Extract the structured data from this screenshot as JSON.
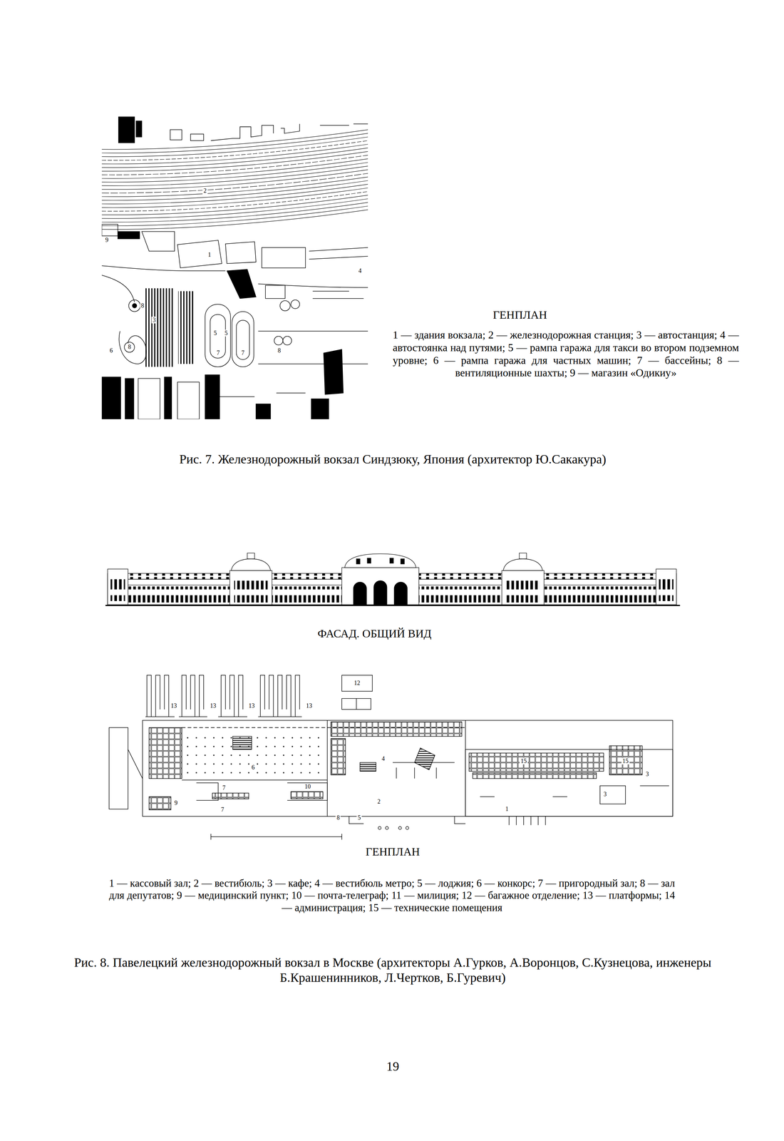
{
  "diagram": {
    "labels": [
      "2",
      "9",
      "1",
      "4",
      "8",
      "3",
      "8",
      "6",
      "5",
      "5",
      "7",
      "7",
      "8",
      "ГЕНПЛАН",
      "1 — здания вокзала; 2 — железнодорожная станция; 3 — автостанция; 4 — автостоянка над путями; 5 — рампа гаража для такси во втором подземном уровне; 6 — рампа гаража для частных машин; 7 — бассейны; 8 — вентиляционные шахты; 9 — магазин «Одикиу»",
      "Рис. 7. Железнодорожный вокзал Синдзюку, Япония (архитектор Ю.Сакакура)",
      "ФАСАД. ОБЩИЙ ВИД",
      "13",
      "13",
      "13",
      "13",
      "12",
      "6",
      "7",
      "10",
      "7",
      "9",
      "8",
      "2",
      "5",
      "4",
      "15",
      "1",
      "3",
      "15",
      "3",
      "ГЕНПЛАН",
      "1 — кассовый зал; 2 — вестибюль; 3 — кафе; 4 — вестибюль метро; 5 — лоджия; 6 — конкорс; 7 — пригородный зал; 8 — зал для депутатов; 9 — медицинский пункт; 10 — почта-телеграф; 11 — милиция; 12 — багажное отделение; 13 — платформы; 14 — администрация; 15 — технические помещения",
      "Рис. 8. Павелецкий железнодорожный вокзал в Москве (архитекторы А.Гурков, А.Воронцов, С.Кузнецова, инженеры Б.Крашенинников, Л.Чертков, Б.Гуревич)",
      "19"
    ]
  }
}
